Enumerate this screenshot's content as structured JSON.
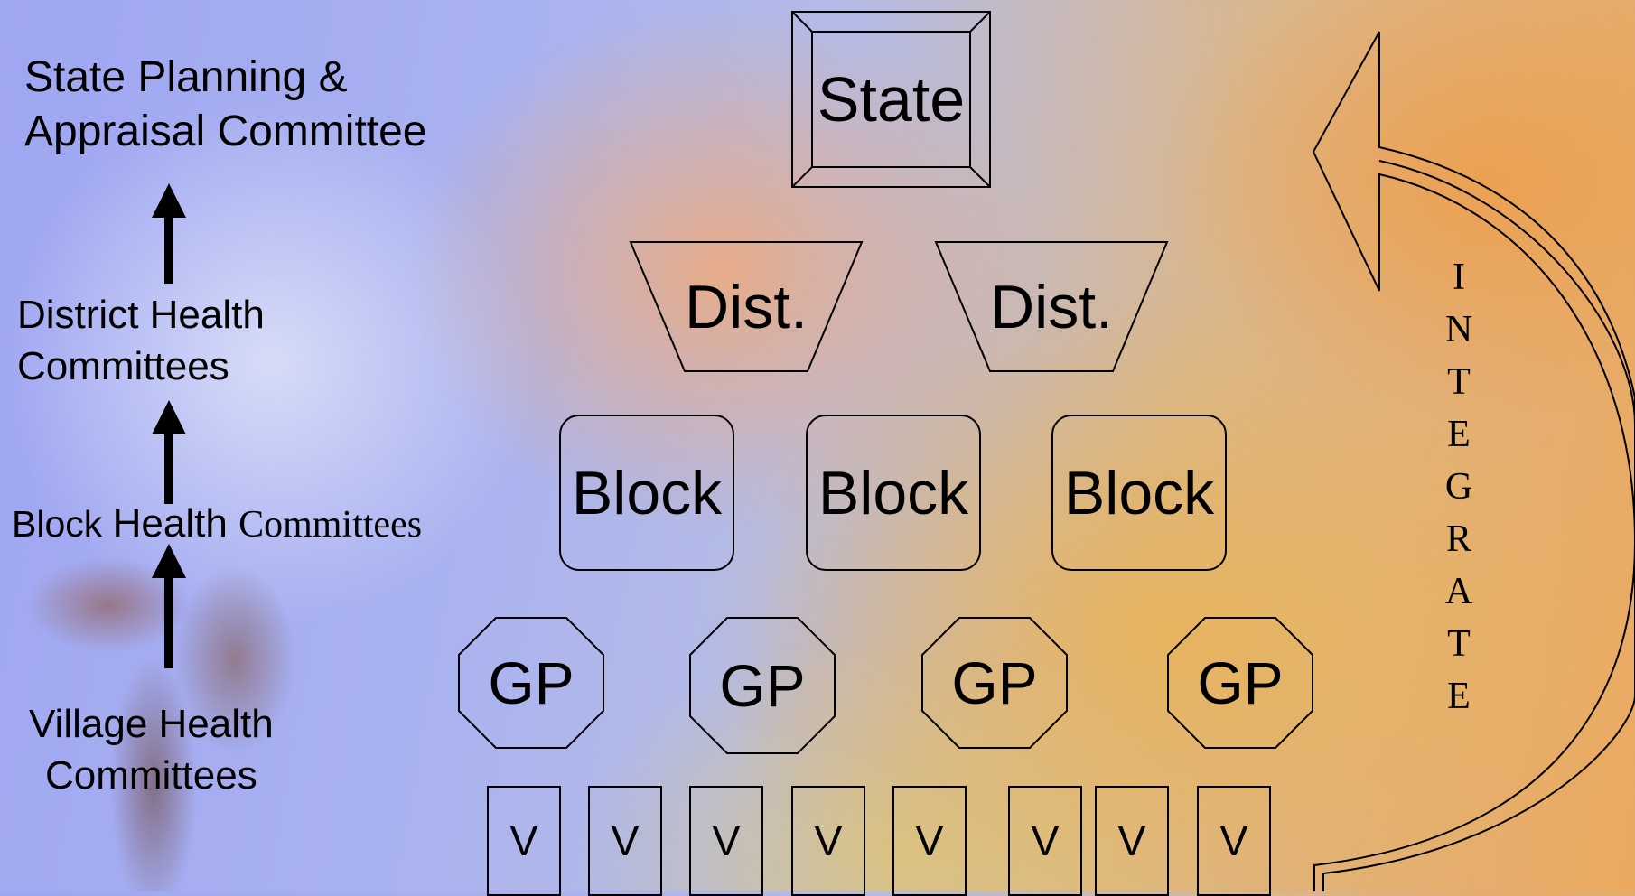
{
  "hierarchy_labels": {
    "state_committee": [
      "State Planning &",
      "Appraisal Committee"
    ],
    "district_committees": [
      "District Health",
      "Committees"
    ],
    "block_committees": {
      "part1": "Block ",
      "part2": "Health ",
      "part3": "Committees"
    },
    "village_committees": [
      "Village Health",
      "Committees"
    ]
  },
  "nodes": {
    "state": "State",
    "districts": [
      "Dist.",
      "Dist."
    ],
    "blocks": [
      "Block",
      "Block",
      "Block"
    ],
    "gps": [
      "GP",
      "GP",
      "GP",
      "GP"
    ],
    "villages": [
      "V",
      "V",
      "V",
      "V",
      "V",
      "V",
      "V",
      "V"
    ]
  },
  "integrate_letters": [
    "I",
    "N",
    "T",
    "E",
    "G",
    "R",
    "A",
    "T",
    "E"
  ]
}
